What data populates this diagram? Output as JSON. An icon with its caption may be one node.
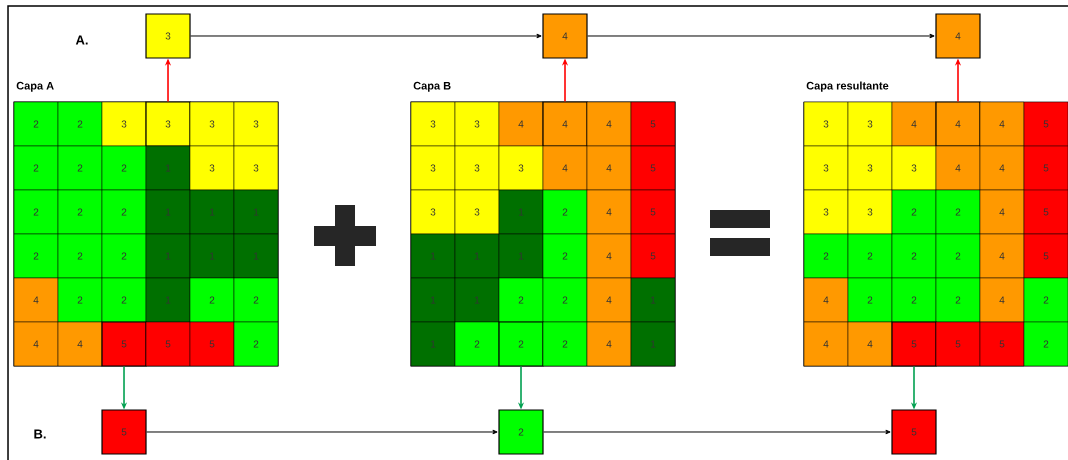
{
  "diagram": {
    "nodes": [
      {
        "text": [
          "3"
        ]
      },
      {
        "text": [
          "4"
        ]
      },
      {
        "text": [
          "4"
        ]
      },
      {
        "text": [
          "Capa A"
        ]
      },
      {
        "text": [
          "2"
        ],
        "in": 3
      },
      {
        "text": [
          "2"
        ],
        "in": 3
      },
      {
        "text": [
          "3"
        ],
        "in": 3
      },
      {
        "text": [
          "3"
        ],
        "in": 3
      },
      {
        "text": [
          "3"
        ],
        "in": 3
      },
      {
        "text": [
          "3"
        ],
        "in": 3
      },
      {
        "text": [
          "2"
        ],
        "in": 3
      },
      {
        "text": [
          "2"
        ],
        "in": 3
      },
      {
        "text": [
          "2"
        ],
        "in": 3
      },
      {
        "text": [
          "1"
        ],
        "in": 3
      },
      {
        "text": [
          "3"
        ],
        "in": 3
      },
      {
        "text": [
          "3"
        ],
        "in": 3
      },
      {
        "text": [
          "2"
        ],
        "in": 3
      },
      {
        "text": [
          "2"
        ],
        "in": 3
      },
      {
        "text": [
          "2"
        ],
        "in": 3
      },
      {
        "text": [
          "1"
        ],
        "in": 3
      },
      {
        "text": [
          "1"
        ],
        "in": 3
      },
      {
        "text": [
          "1"
        ],
        "in": 3
      },
      {
        "text": [
          "2"
        ],
        "in": 3
      },
      {
        "text": [
          "2"
        ],
        "in": 3
      },
      {
        "text": [
          "2"
        ],
        "in": 3
      },
      {
        "text": [
          "1"
        ],
        "in": 3
      },
      {
        "text": [
          "1"
        ],
        "in": 3
      },
      {
        "text": [
          "1"
        ],
        "in": 3
      },
      {
        "text": [
          "4"
        ],
        "in": 3
      },
      {
        "text": [
          "2"
        ],
        "in": 3
      },
      {
        "text": [
          "2"
        ],
        "in": 3
      },
      {
        "text": [
          "1"
        ],
        "in": 3
      },
      {
        "text": [
          "2"
        ],
        "in": 3
      },
      {
        "text": [
          "2"
        ],
        "in": 3
      },
      {
        "text": [
          "4"
        ],
        "in": 3
      },
      {
        "text": [
          "4"
        ],
        "in": 3
      },
      {
        "text": [
          "5"
        ],
        "in": 3
      },
      {
        "text": [
          "5"
        ],
        "in": 3
      },
      {
        "text": [
          "5"
        ],
        "in": 3
      },
      {
        "text": [
          "2"
        ],
        "in": 3
      },
      {
        "text": [
          "Capa B"
        ]
      },
      {
        "text": [
          "3"
        ],
        "in": 40
      },
      {
        "text": [
          "3"
        ],
        "in": 40
      },
      {
        "text": [
          "4"
        ],
        "in": 40
      },
      {
        "text": [
          "4"
        ],
        "in": 40
      },
      {
        "text": [
          "4"
        ],
        "in": 40
      },
      {
        "text": [
          "5"
        ],
        "in": 40
      },
      {
        "text": [
          "3"
        ],
        "in": 40
      },
      {
        "text": [
          "3"
        ],
        "in": 40
      },
      {
        "text": [
          "3"
        ],
        "in": 40
      },
      {
        "text": [
          "4"
        ],
        "in": 40
      },
      {
        "text": [
          "4"
        ],
        "in": 40
      },
      {
        "text": [
          "5"
        ],
        "in": 40
      },
      {
        "text": [
          "3"
        ],
        "in": 40
      },
      {
        "text": [
          "3"
        ],
        "in": 40
      },
      {
        "text": [
          "1"
        ],
        "in": 40
      },
      {
        "text": [
          "2"
        ],
        "in": 40
      },
      {
        "text": [
          "4"
        ],
        "in": 40
      },
      {
        "text": [
          "5"
        ],
        "in": 40
      },
      {
        "text": [
          "1"
        ],
        "in": 40
      },
      {
        "text": [
          "1"
        ],
        "in": 40
      },
      {
        "text": [
          "1"
        ],
        "in": 40
      },
      {
        "text": [
          "2"
        ],
        "in": 40
      },
      {
        "text": [
          "4"
        ],
        "in": 40
      },
      {
        "text": [
          "5"
        ],
        "in": 40
      },
      {
        "text": [
          "1"
        ],
        "in": 40
      },
      {
        "text": [
          "1"
        ],
        "in": 40
      },
      {
        "text": [
          "2"
        ],
        "in": 40
      },
      {
        "text": [
          "2"
        ],
        "in": 40
      },
      {
        "text": [
          "4"
        ],
        "in": 40
      },
      {
        "text": [
          "1"
        ],
        "in": 40
      },
      {
        "text": [
          "1"
        ],
        "in": 40
      },
      {
        "text": [
          "2"
        ],
        "in": 40
      },
      {
        "text": [
          "2"
        ],
        "in": 40
      },
      {
        "text": [
          "2"
        ],
        "in": 40
      },
      {
        "text": [
          "4"
        ],
        "in": 40
      },
      {
        "text": [
          "1"
        ],
        "in": 40
      },
      {
        "text": [
          "Capa resultante"
        ]
      },
      {
        "text": [
          "3"
        ],
        "in": 77
      },
      {
        "text": [
          "3"
        ],
        "in": 77
      },
      {
        "text": [
          "4"
        ],
        "in": 77
      },
      {
        "text": [
          "4"
        ],
        "in": 77
      },
      {
        "text": [
          "4"
        ],
        "in": 77
      },
      {
        "text": [
          "5"
        ],
        "in": 77
      },
      {
        "text": [
          "3"
        ],
        "in": 77
      },
      {
        "text": [
          "3"
        ],
        "in": 77
      },
      {
        "text": [
          "3"
        ],
        "in": 77
      },
      {
        "text": [
          "4"
        ],
        "in": 77
      },
      {
        "text": [
          "4"
        ],
        "in": 77
      },
      {
        "text": [
          "5"
        ],
        "in": 77
      },
      {
        "text": [
          "3"
        ],
        "in": 77
      },
      {
        "text": [
          "3"
        ],
        "in": 77
      },
      {
        "text": [
          "2"
        ],
        "in": 77
      },
      {
        "text": [
          "2"
        ],
        "in": 77
      },
      {
        "text": [
          "4"
        ],
        "in": 77
      },
      {
        "text": [
          "5"
        ],
        "in": 77
      },
      {
        "text": [
          "2"
        ],
        "in": 77
      },
      {
        "text": [
          "2"
        ],
        "in": 77
      },
      {
        "text": [
          "2"
        ],
        "in": 77
      },
      {
        "text": [
          "2"
        ],
        "in": 77
      },
      {
        "text": [
          "4"
        ],
        "in": 77
      },
      {
        "text": [
          "5"
        ],
        "in": 77
      },
      {
        "text": [
          "4"
        ],
        "in": 77
      },
      {
        "text": [
          "2"
        ],
        "in": 77
      },
      {
        "text": [
          "2"
        ],
        "in": 77
      },
      {
        "text": [
          "2"
        ],
        "in": 77
      },
      {
        "text": [
          "4"
        ],
        "in": 77
      },
      {
        "text": [
          "2"
        ],
        "in": 77
      },
      {
        "text": [
          "4"
        ],
        "in": 77
      },
      {
        "text": [
          "4"
        ],
        "in": 77
      },
      {
        "text": [
          "5"
        ],
        "in": 77
      },
      {
        "text": [
          "5"
        ],
        "in": 77
      },
      {
        "text": [
          "5"
        ],
        "in": 77
      },
      {
        "text": [
          "2"
        ],
        "in": 77
      },
      {
        "text": [
          "5"
        ]
      },
      {
        "text": [
          "2"
        ]
      },
      {
        "text": [
          "5"
        ]
      }
    ],
    "edges": [
      {
        "from": 0,
        "to": 1,
        "arrow": "to"
      },
      {
        "from": 1,
        "to": 2,
        "arrow": "to"
      },
      {
        "from": 7,
        "to": 0,
        "arrow": "to",
        "color": "#ff0000"
      },
      {
        "from": 44,
        "to": 1,
        "arrow": "to",
        "color": "#ff0000"
      },
      {
        "from": 81,
        "to": 2,
        "arrow": "to",
        "color": "#ff0000"
      },
      {
        "from": 36,
        "to": 114,
        "arrow": "to",
        "color": "#00a050"
      },
      {
        "from": 73,
        "to": 115,
        "arrow": "to",
        "color": "#00a050"
      },
      {
        "from": 110,
        "to": 116,
        "arrow": "to",
        "color": "#00a050"
      },
      {
        "from": 114,
        "to": 115,
        "arrow": "to"
      },
      {
        "from": 115,
        "to": 116,
        "arrow": "to"
      }
    ],
    "labels": [
      "A.",
      "B."
    ]
  }
}
